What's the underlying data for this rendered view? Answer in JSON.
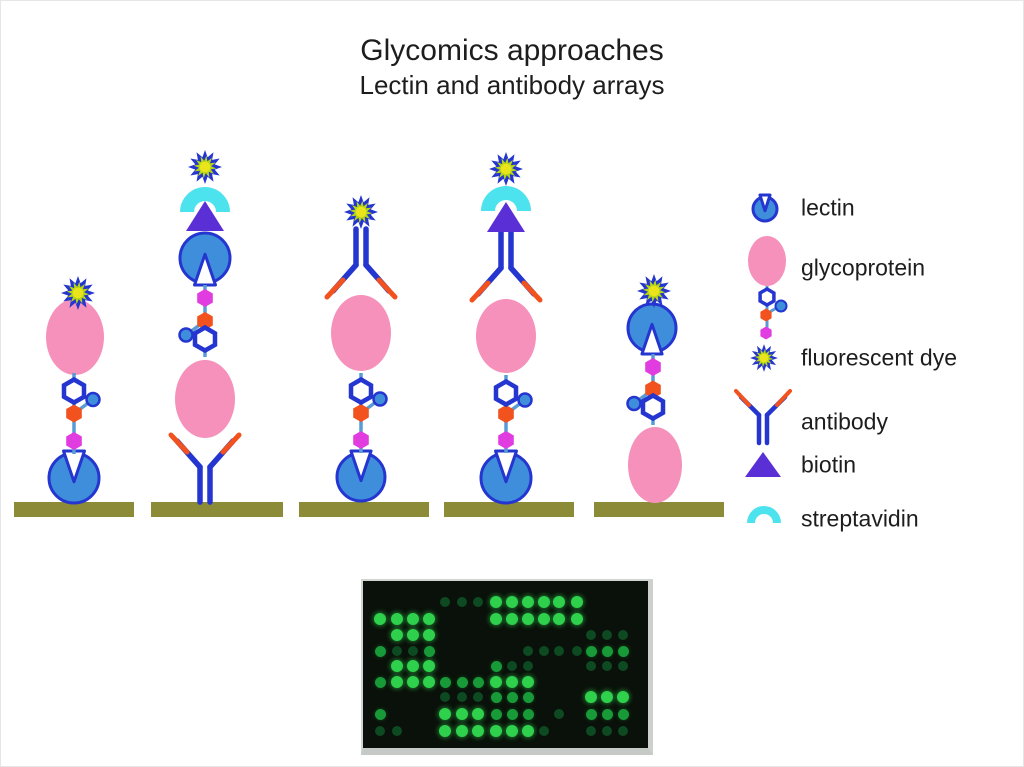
{
  "slide": {
    "title": "Glycomics approaches",
    "subtitle": "Lectin and antibody arrays"
  },
  "colors": {
    "blue": "#2436cf",
    "lectin_blue": "#3f8edc",
    "pink": "#f591bb",
    "magenta": "#e03ce0",
    "orange": "#f2521e",
    "cyan": "#4ce2ee",
    "violet": "#5a30d6",
    "olive": "#8b8b38",
    "dye_yellow": "#eae51a",
    "dye_green": "#b5d517",
    "connector": "#5b9bd5",
    "spot_bright": "#2ed04c",
    "spot_medium": "#189a38",
    "spot_faint": "#0d4a22",
    "array_bg": "#0a110a",
    "text": "#1d1d1d"
  },
  "legend": {
    "items": [
      {
        "id": "lectin",
        "label": "lectin"
      },
      {
        "id": "glycoprotein",
        "label": "glycoprotein"
      },
      {
        "id": "fluorescent-dye",
        "label": "fluorescent dye"
      },
      {
        "id": "antibody",
        "label": "antibody"
      },
      {
        "id": "biotin",
        "label": "biotin"
      },
      {
        "id": "streptavidin",
        "label": "streptavidin"
      }
    ]
  },
  "constructs": [
    {
      "id": "construct-lectin-array",
      "components": [
        "substrate",
        "lectin",
        "glycan-chain",
        "glycoprotein",
        "fluorescent-dye"
      ]
    },
    {
      "id": "construct-antibody-array-lectin-biotin-streptavidin-detection",
      "components": [
        "substrate",
        "antibody",
        "glycoprotein",
        "glycan-chain",
        "lectin",
        "biotin",
        "streptavidin",
        "fluorescent-dye"
      ]
    },
    {
      "id": "construct-lectin-array-antibody-detection",
      "components": [
        "substrate",
        "lectin",
        "glycan-chain",
        "glycoprotein",
        "antibody",
        "fluorescent-dye"
      ]
    },
    {
      "id": "construct-lectin-array-biotinylated-antibody-detection",
      "components": [
        "substrate",
        "lectin",
        "glycan-chain",
        "glycoprotein",
        "antibody",
        "biotin",
        "streptavidin",
        "fluorescent-dye"
      ]
    },
    {
      "id": "construct-glycoprotein-array-lectin-detection",
      "components": [
        "substrate",
        "glycoprotein",
        "glycan-chain",
        "lectin",
        "fluorescent-dye"
      ]
    }
  ],
  "microarray": {
    "rows": 9,
    "cols": 16,
    "intensity_levels": {
      "0": "off",
      "1": "faint",
      "2": "medium",
      "3": "bright"
    },
    "grid": [
      [
        0,
        0,
        0,
        0,
        1,
        1,
        1,
        3,
        3,
        3,
        3,
        3,
        3,
        0,
        0,
        0
      ],
      [
        3,
        3,
        3,
        3,
        0,
        0,
        0,
        3,
        3,
        3,
        3,
        3,
        3,
        0,
        0,
        0
      ],
      [
        0,
        3,
        3,
        3,
        0,
        0,
        0,
        0,
        0,
        0,
        0,
        0,
        0,
        1,
        1,
        1
      ],
      [
        2,
        1,
        1,
        2,
        0,
        0,
        0,
        0,
        0,
        1,
        1,
        1,
        1,
        2,
        2,
        2
      ],
      [
        0,
        3,
        3,
        3,
        0,
        0,
        0,
        2,
        1,
        1,
        0,
        0,
        0,
        1,
        1,
        1
      ],
      [
        2,
        3,
        3,
        3,
        2,
        2,
        2,
        3,
        3,
        3,
        0,
        0,
        0,
        0,
        0,
        0
      ],
      [
        0,
        0,
        0,
        0,
        1,
        1,
        1,
        2,
        2,
        2,
        0,
        0,
        0,
        3,
        3,
        3
      ],
      [
        2,
        0,
        0,
        0,
        3,
        3,
        3,
        2,
        2,
        2,
        0,
        1,
        0,
        2,
        2,
        2
      ],
      [
        1,
        1,
        0,
        0,
        3,
        3,
        3,
        3,
        3,
        3,
        1,
        0,
        0,
        1,
        1,
        1
      ]
    ]
  }
}
